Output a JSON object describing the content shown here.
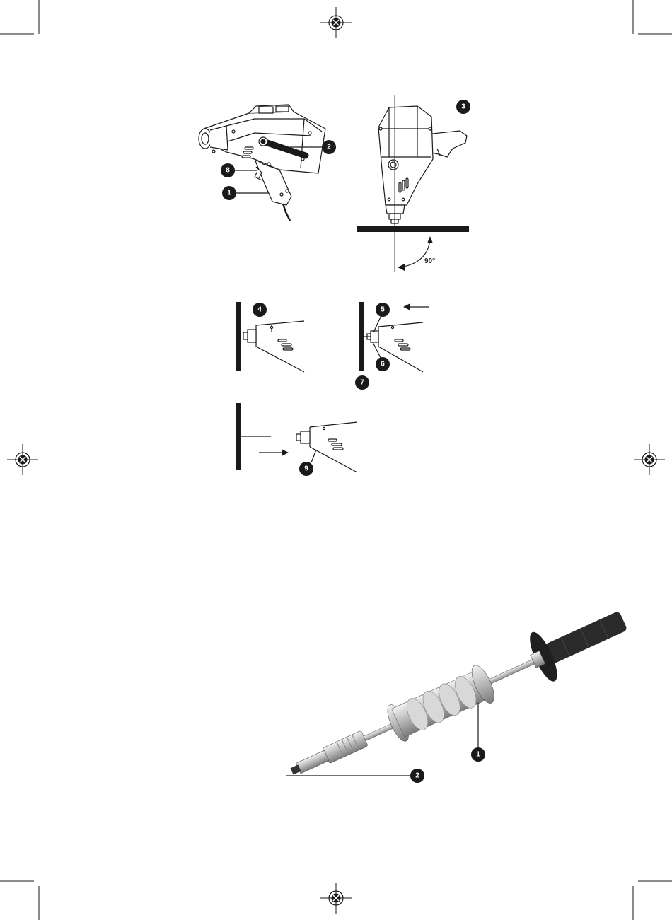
{
  "fig_top": {
    "gun_side_callouts": [
      "1",
      "2",
      "8"
    ],
    "gun_front_callout": "3",
    "angle_label": "90°"
  },
  "fig_mid": {
    "step1_callout": "4",
    "step2_callouts": [
      "5",
      "6",
      "7"
    ],
    "step3_callout": "9"
  },
  "fig_bottom": {
    "slide_hammer_callouts": [
      "1",
      "2"
    ]
  },
  "colors": {
    "ink": "#1a1a1a",
    "metal": "#c9c9c9",
    "rubber": "#222222"
  }
}
